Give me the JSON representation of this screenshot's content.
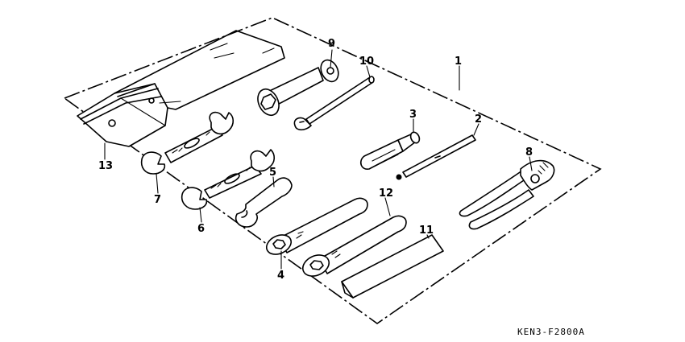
{
  "diagram_code": "KEN3-F2800A",
  "callouts": [
    {
      "id": "c1",
      "label": "1"
    },
    {
      "id": "c2",
      "label": "2"
    },
    {
      "id": "c3",
      "label": "3"
    },
    {
      "id": "c4",
      "label": "4"
    },
    {
      "id": "c5",
      "label": "5"
    },
    {
      "id": "c6",
      "label": "6"
    },
    {
      "id": "c7",
      "label": "7"
    },
    {
      "id": "c8",
      "label": "8"
    },
    {
      "id": "c9",
      "label": "9"
    },
    {
      "id": "c10",
      "label": "10"
    },
    {
      "id": "c11",
      "label": "11"
    },
    {
      "id": "c12",
      "label": "12"
    },
    {
      "id": "c13",
      "label": "13"
    }
  ]
}
